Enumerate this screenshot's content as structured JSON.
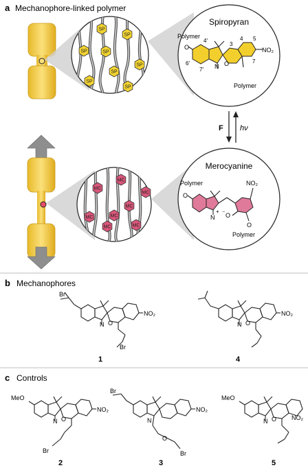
{
  "panel_a": {
    "letter": "a",
    "title": "Mechanophore-linked polymer",
    "sp_label": "SP",
    "mc_label": "MC",
    "spiropyran": {
      "title": "Spiropyran",
      "polymer_top": "Polymer",
      "polymer_bottom": "Polymer",
      "o_left": "O",
      "o_ring": "O",
      "n_label": "N",
      "no2": "NO₂",
      "num_4p": "4′",
      "num_6p": "6′",
      "num_7p": "7′",
      "num_3": "3",
      "num_4": "4",
      "num_5": "5",
      "num_7": "7"
    },
    "arrow_force": "F",
    "arrow_light": "hν",
    "merocyanine": {
      "title": "Merocyanine",
      "polymer_left": "Polymer",
      "polymer_right": "Polymer",
      "o_left": "O",
      "o_right": "O",
      "o_minus": "O",
      "minus": "⁻",
      "n_label": "N",
      "plus": "+",
      "no2": "NO₂"
    }
  },
  "panel_b": {
    "letter": "b",
    "title": "Mechanophores",
    "compounds": [
      {
        "number": "1",
        "br_top": "Br",
        "br_bottom": "Br",
        "no2": "NO₂",
        "n": "N",
        "o": "O"
      },
      {
        "number": "4",
        "no2": "NO₂",
        "n": "N",
        "o": "O"
      }
    ]
  },
  "panel_c": {
    "letter": "c",
    "title": "Controls",
    "compounds": [
      {
        "number": "2",
        "meo": "MeO",
        "br": "Br",
        "no2": "NO₂",
        "n": "N",
        "o": "O"
      },
      {
        "number": "3",
        "br_top": "Br",
        "br_bottom": "Br",
        "no2": "NO₂",
        "n": "N",
        "o": "O"
      },
      {
        "number": "5",
        "meo": "MeO",
        "no2": "NO₂",
        "n": "N",
        "o": "O"
      }
    ]
  },
  "colors": {
    "dogbone": "#f2c83a",
    "sp_hex": "#f2d331",
    "mc_hex": "#d9577a",
    "mc_ring": "#e07a9a",
    "sp_ring": "#f3cf2e",
    "arrow_gray": "#8e8e8e",
    "cone_gray": "#c9c9c9"
  }
}
